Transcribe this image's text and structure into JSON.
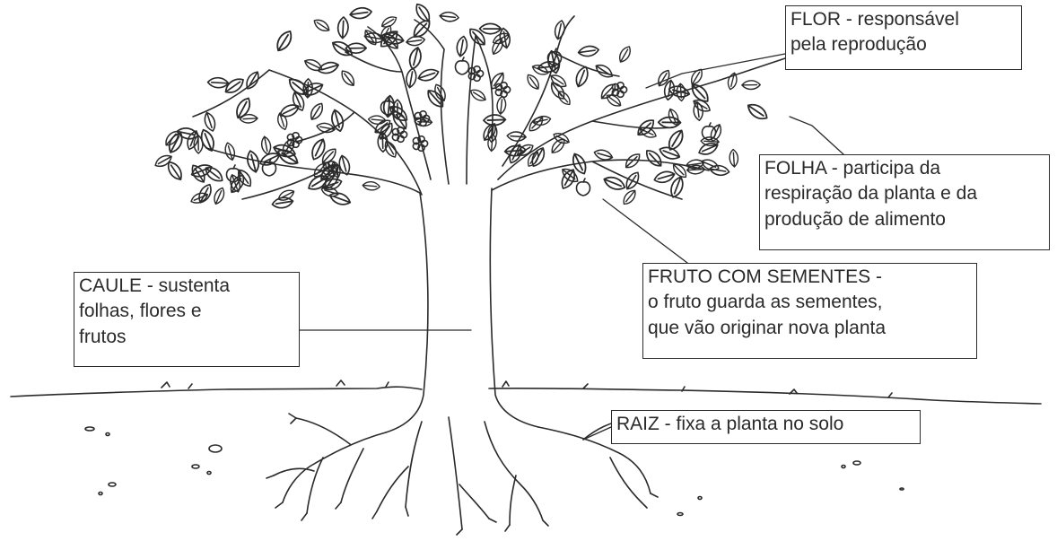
{
  "top_text": "",
  "labels": {
    "flor": {
      "line1": "FLOR - responsável",
      "line2": "pela reprodução"
    },
    "folha": {
      "line1": "FOLHA - participa da",
      "line2": "respiração da planta e da",
      "line3": "produção de alimento"
    },
    "fruto": {
      "line1": "FRUTO COM SEMENTES -",
      "line2": "o fruto guarda as sementes,",
      "line3": "que vão originar nova planta"
    },
    "caule": {
      "line1": "CAULE - sustenta",
      "line2": "folhas, flores e",
      "line3": "frutos"
    },
    "raiz": {
      "line1": "RAIZ - fixa a planta no solo"
    }
  },
  "colors": {
    "ink": "#2b2b2b",
    "background": "#ffffff"
  },
  "icons": {
    "tree": "tree-illustration",
    "leaf": "leaf-icon",
    "flower": "flower-icon",
    "fruit": "fruit-icon"
  }
}
